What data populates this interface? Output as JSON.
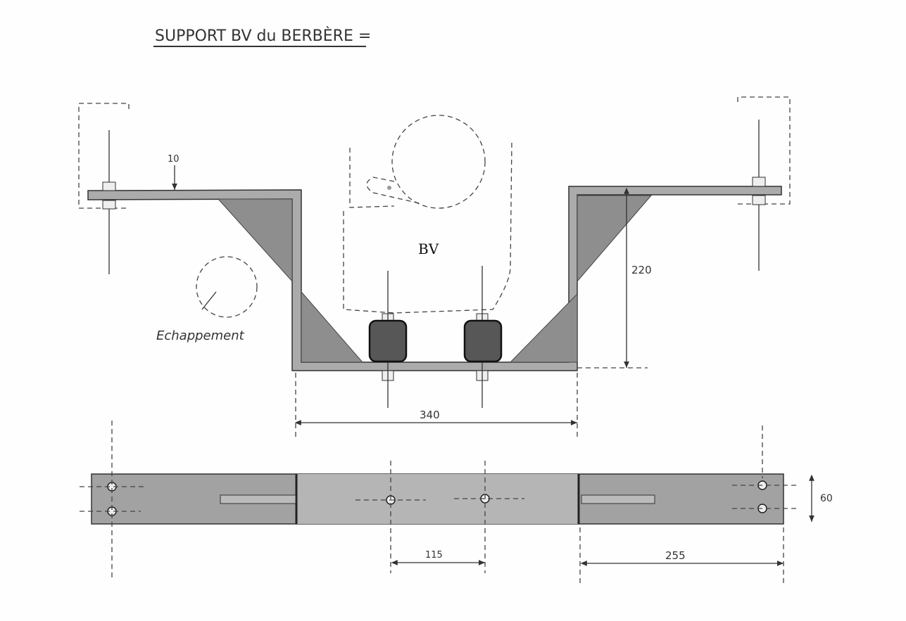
{
  "title": "SUPPORT BV du BERBÈRE =",
  "labels": {
    "gearbox": "BV",
    "exhaust": "Echappement"
  },
  "dimensions": {
    "plate_thickness": "10",
    "height": "220",
    "inner_width": "340",
    "plate_width": "60",
    "mount_spacing": "115",
    "flange_length": "255"
  },
  "colors": {
    "plate": "#ababab",
    "gusset": "#8e8e8e",
    "mount": "#575757"
  }
}
